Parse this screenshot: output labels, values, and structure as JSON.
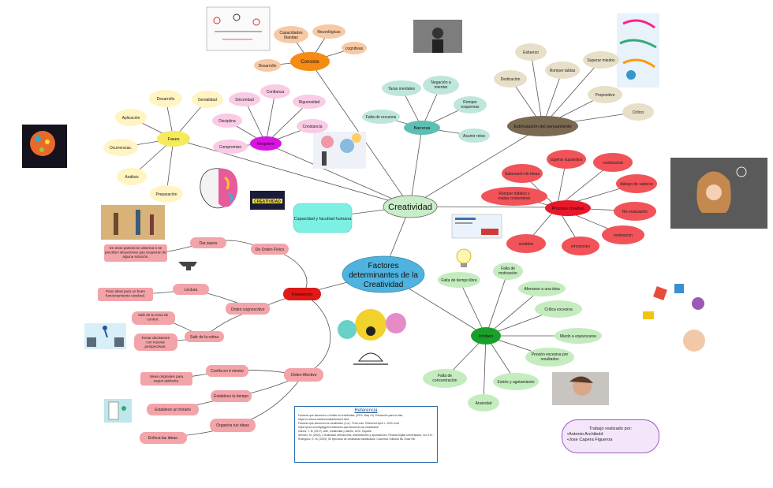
{
  "center": {
    "text": "Creatividad"
  },
  "factores": {
    "line1": "Factores",
    "line2": "determinantes de la",
    "line3": "Creatividad"
  },
  "capacidad": {
    "text": "Capacidad y facultad humana"
  },
  "consiste": {
    "label": "Consiste",
    "items": [
      "Capacidades blandas",
      "Neurológicas",
      "cognitivas",
      "Desarrollo"
    ]
  },
  "requiere": {
    "label": "Requiere",
    "items": [
      "Sinceridad",
      "Confianza",
      "Rigurosidad",
      "Disciplina",
      "Constancia",
      "Compromiso"
    ]
  },
  "fases": {
    "label": "Fases",
    "items": [
      "Desarrollo",
      "Genialidad",
      "Aplicación",
      "Ocurrencias.",
      "Análisis",
      "Preparación"
    ]
  },
  "barreras": {
    "label": "Barreras",
    "items": [
      "Taras mentales",
      "Negación a intentar",
      "Romper esquemas",
      "Falta de recursos",
      "Asumir retos"
    ]
  },
  "estimulacion": {
    "label": "Estimulación del pensamiento",
    "items": [
      "Esfuerzo",
      "Dedicación",
      "Romper tablas",
      "Superar miedos",
      "Propositivo",
      "Crítico"
    ]
  },
  "proceso": {
    "label": "Proceso creativo",
    "items": [
      "superar supuestos",
      "continuidad",
      "Saturación de ideas",
      "diálogo de saberes",
      "Romper hábitos y malas costumbres",
      "Re-evaluación",
      "sentidos",
      "emociones",
      "motivación"
    ]
  },
  "inhiben": {
    "label": "Inhiben",
    "items": [
      "Falta de tiempo libre",
      "Falta de motivación",
      "Aferrarse a una idea",
      "Crítica excesiva",
      "Miedo a equivocarse",
      "Presión excesiva por resultados",
      "Estrés y agotamiento",
      "Falta de concentración",
      "Ansiedad"
    ]
  },
  "favorecen": {
    "label": "Favorecen"
  },
  "fisico": {
    "label": "De Orden Físico",
    "dar_pasos": "Dar pasos",
    "note": "En esos paseos se observa o se perciben situaciones que requieran de alguna solución."
  },
  "cognoscitivo": {
    "label": "Orden cognoscitivo",
    "lectura": "Lectura",
    "lectura_note": "Paso ideal para un buen funcionamiento cerebral.",
    "salir": "Salir de la rutina",
    "salir_zona": "Salir de tu zona de confort.",
    "decisiones": "Tomar decisiones con nuevas perspectivas."
  },
  "afectivo": {
    "label": "Orden Afectivo",
    "confia": "Confía en ti mismo",
    "confia_note": "Ideas originales para seguir adelante.",
    "tiempo": "Establece tu tiempo",
    "horario": "Establece un horario",
    "organiza": "Organiza tus ideas",
    "enfoca": "Enfoca las ideas."
  },
  "logo_word": "CREATIVIDAD",
  "referencia": {
    "title": "Referencia",
    "lines": [
      "Factores que favorecen o inhiben la creatividad. (2012, May 14). Educación para la vida.",
      "https://ci.educa.net/tmemoiba/fichas/3.html",
      "Factores que favorecen la creatividad. (n.d.). Prezi.com. Retrieved April 1, 2023, from",
      "https://prezi.com/6ydigpvcv1t/factores-que-favorecen-la-creatividad/",
      "García, T. M. (2017). Arte, creatividad y diseño. UOC. España",
      "Serrano, M. (2004). Creatividad: definiciones, antecedentes y aportaciones. Revista Digital Universitaria, Vol. 5 N. 1, (1-7).",
      "Rodríguez, E. M. (2003). 50 ejercicios de creatividad clasificados. Colombia. Editorial Mc Graw Hill."
    ]
  },
  "credit": {
    "title": "Trabajo realizado por:",
    "names": [
      "•Antonio Archibold",
      "•Jose Capera Figueroa"
    ]
  },
  "colors": {
    "center_fill": "#c9ecc9",
    "factores_fill": "#4fb3e0",
    "consiste_fill": "#f58b14",
    "requiere_fill": "#d815e0",
    "fases_fill": "#f5ea5a",
    "barreras_fill": "#5bbfb3",
    "estimulacion_fill": "#7a6a52",
    "proceso_fill": "#e8182a",
    "inhiben_fill": "#18a02a",
    "favorecen_fill": "#e01818",
    "pink": "#f3a4a9",
    "lilac": "#f9cbe4",
    "peach": "#f7c9a4",
    "cream": "#fff4c2",
    "teal": "#bfe6dc",
    "tan": "#e7dfc7",
    "red_node": "#f15359",
    "green_node": "#c4ecbf",
    "capacidad_fill": "#7cf0e3"
  }
}
